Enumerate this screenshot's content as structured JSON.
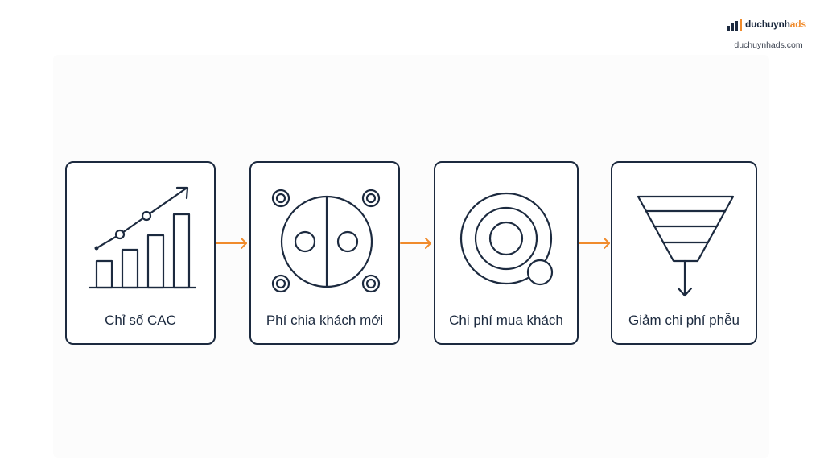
{
  "brand": {
    "name_dark": "duchuynh",
    "name_accent": "ads",
    "website": "duchuynhads.com",
    "accent_color": "#f08b2c",
    "ink_color": "#1c2a3f"
  },
  "steps": [
    {
      "label": "Chỉ số CAC",
      "icon": "bar-chart-trend-icon"
    },
    {
      "label": "Phí chia khách mới",
      "icon": "split-circle-icon"
    },
    {
      "label": "Chi phí mua khách",
      "icon": "concentric-target-icon"
    },
    {
      "label": "Giảm chi phí phễu",
      "icon": "funnel-icon"
    }
  ],
  "connector_icon": "arrow-right-icon"
}
